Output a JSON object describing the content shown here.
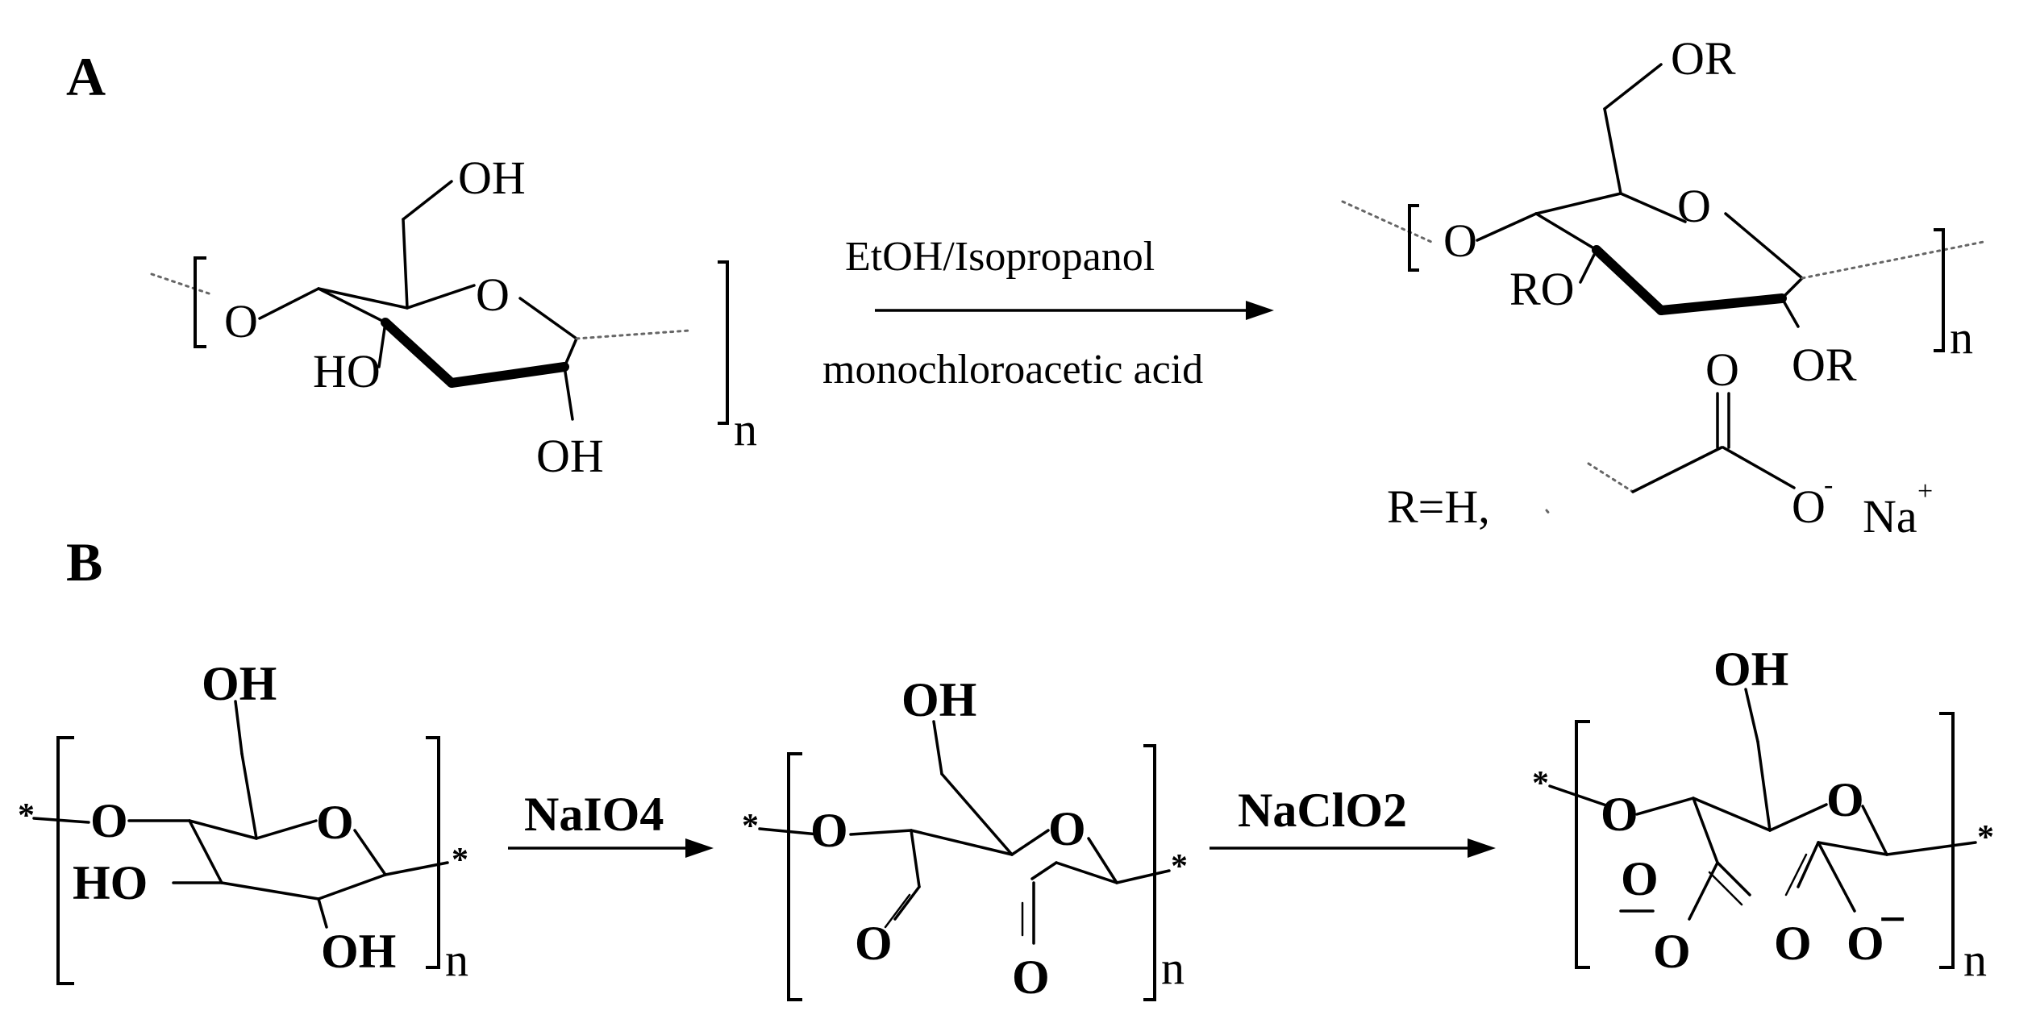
{
  "panel_a": {
    "label": "A",
    "reactant": {
      "oh_top": "OH",
      "ring_o": "O",
      "link_o": "O",
      "ho": "HO",
      "oh_bottom": "OH",
      "subscript": "n"
    },
    "arrow": {
      "reagent_top": "EtOH/Isopropanol",
      "reagent_bottom": "monochloroacetic acid"
    },
    "product": {
      "or_top": "OR",
      "ring_o": "O",
      "link_o": "O",
      "ro": "RO",
      "or_bottom": "OR",
      "subscript": "n",
      "r_def": "R=H,",
      "carbonyl_o": "O",
      "carboxylate_o": "O",
      "charge_minus": "-",
      "sodium": "Na",
      "charge_plus": "+"
    }
  },
  "panel_b": {
    "label": "B",
    "structure1": {
      "star_left": "*",
      "star_right": "*",
      "oh_top": "OH",
      "link_o": "O",
      "ring_o": "O",
      "ho": "HO",
      "oh_bottom": "OH",
      "subscript": "n"
    },
    "arrow1": {
      "reagent": "NaIO4"
    },
    "structure2": {
      "star_left": "*",
      "star_right": "*",
      "oh_top": "OH",
      "link_o": "O",
      "ring_o": "O",
      "aldehyde_o_left": "O",
      "aldehyde_o_right": "O",
      "subscript": "n"
    },
    "arrow2": {
      "reagent": "NaClO2"
    },
    "structure3": {
      "star_left": "*",
      "star_right": "*",
      "oh_top": "OH",
      "link_o": "O",
      "ring_o": "O",
      "carboxyl_o1": "O",
      "carboxyl_o2": "O",
      "carboxyl_o3": "O",
      "carboxyl_o4": "O",
      "minus": "−",
      "subscript": "n"
    }
  }
}
